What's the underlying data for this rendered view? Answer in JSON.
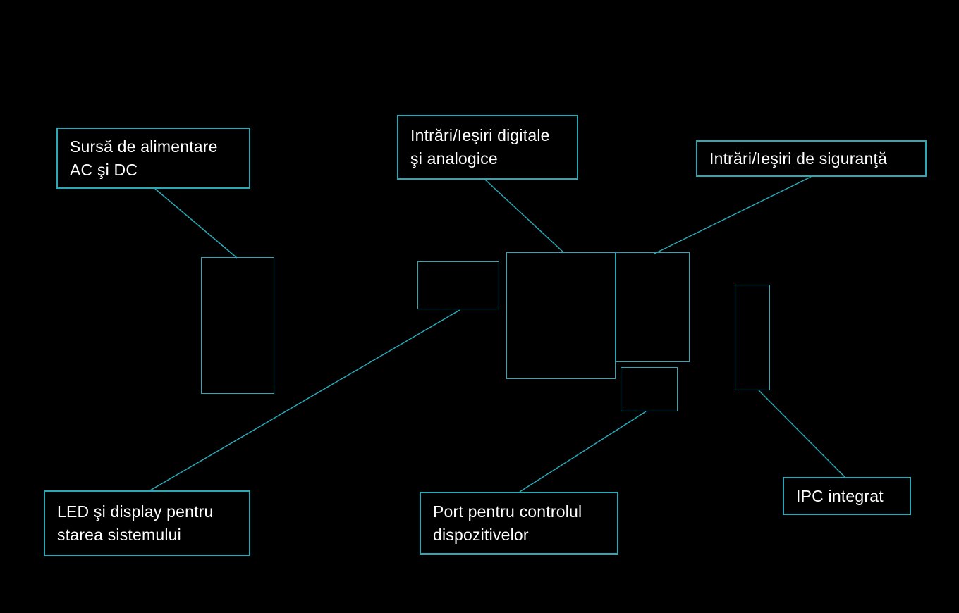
{
  "colors": {
    "accent": "#2aa8b6",
    "text": "#ffffff",
    "background": "#000000"
  },
  "labels": {
    "power_supply": {
      "text": "Sursă de alimentare\nAC şi DC"
    },
    "digital_io": {
      "text": "Intrări/Ieşiri digitale\nşi analogice"
    },
    "safety_io": {
      "text": "Intrări/Ieşiri de siguranţă"
    },
    "led_display": {
      "text": "LED şi display pentru\nstarea sistemului"
    },
    "device_port": {
      "text": "Port pentru controlul\ndispozitivelor"
    },
    "ipc": {
      "text": "IPC integrat"
    }
  }
}
